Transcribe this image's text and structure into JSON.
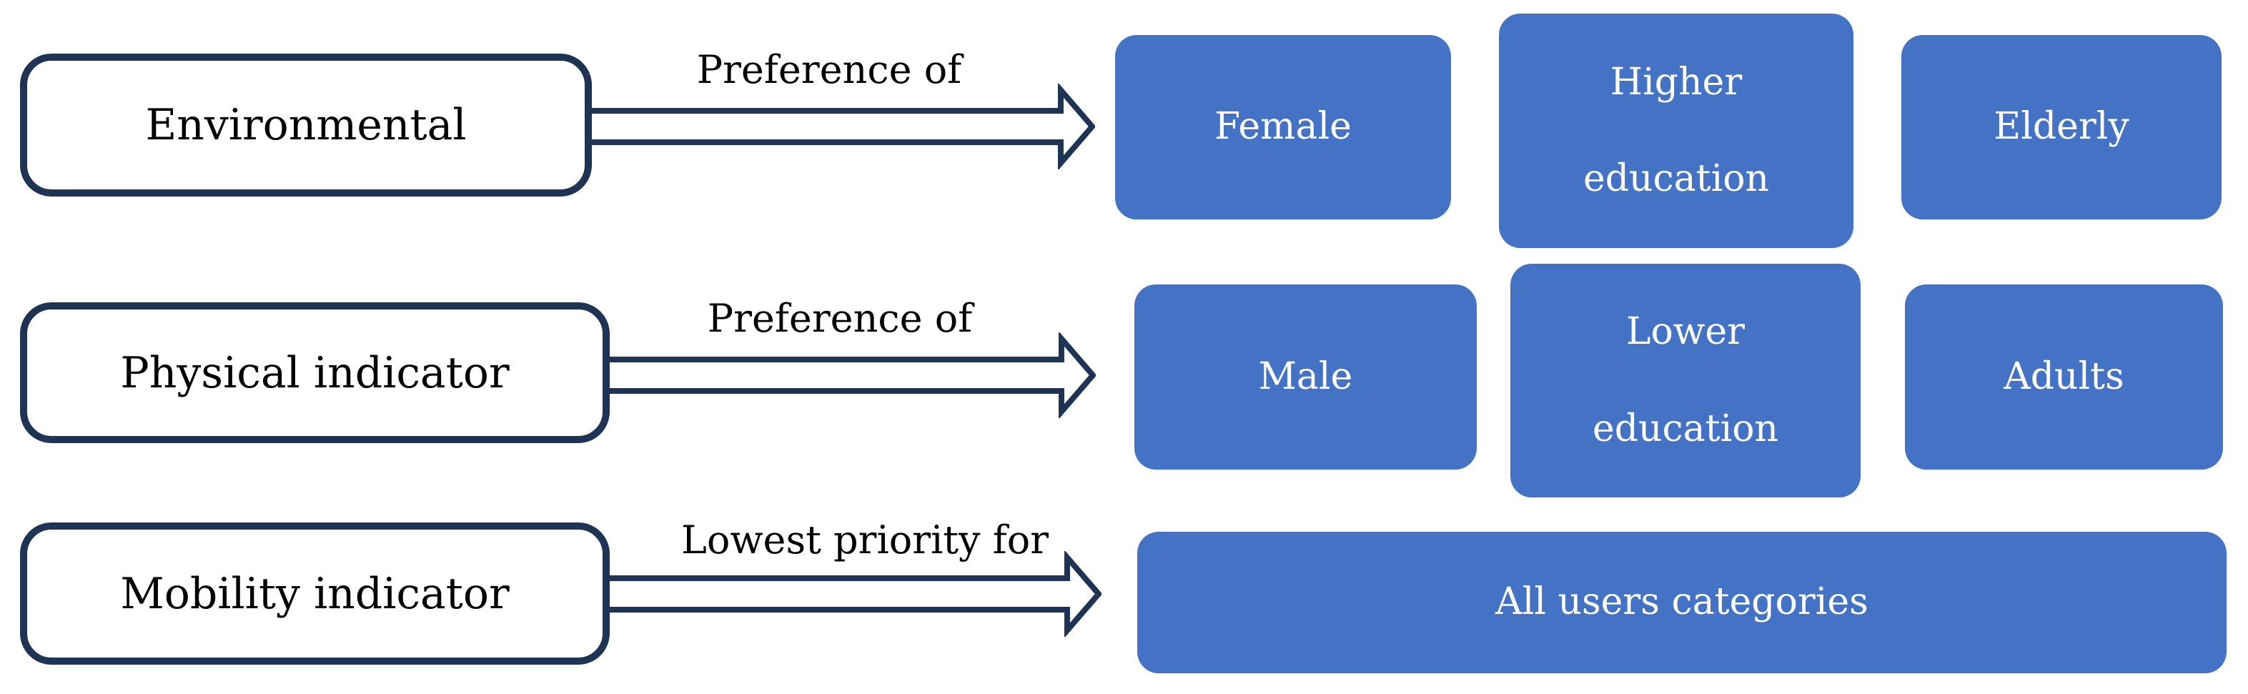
{
  "figure": {
    "rows": [
      {
        "source": "Environmental",
        "arrow_label": "Preference of",
        "targets": [
          [
            "Female"
          ],
          [
            "Higher",
            "education"
          ],
          [
            "Elderly"
          ]
        ]
      },
      {
        "source": "Physical indicator",
        "arrow_label": "Preference of",
        "targets": [
          [
            "Male"
          ],
          [
            "Lower",
            "education"
          ],
          [
            "Adults"
          ]
        ]
      },
      {
        "source": "Mobility indicator",
        "arrow_label": "Lowest priority for",
        "targets": [
          [
            "All users categories"
          ]
        ]
      }
    ],
    "colors": {
      "target_fill": "#4472c4",
      "outline_navy": "#1f3355",
      "source_fill": "#ffffff",
      "target_text": "#ffffff",
      "label_text": "#000000"
    }
  }
}
